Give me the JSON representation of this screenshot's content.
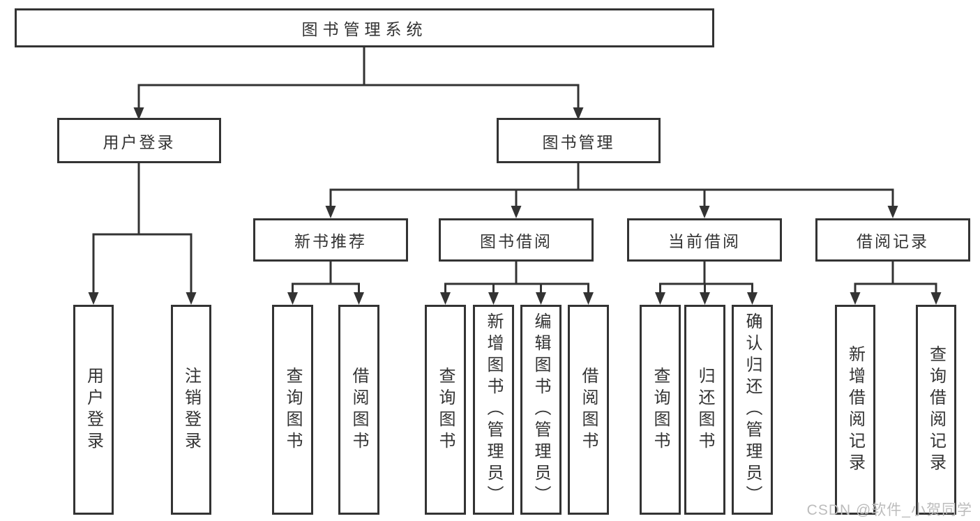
{
  "colors": {
    "line": "#333333",
    "border": "#333333",
    "text": "#333333",
    "background": "#ffffff",
    "watermark": "#bcbcbc"
  },
  "watermark": {
    "text": "CSDN @软件_小贺同学"
  },
  "tree": {
    "root": {
      "label": "图书管理系统"
    },
    "branches": [
      {
        "label": "用户登录",
        "children": [
          {
            "label": "用户登录"
          },
          {
            "label": "注销登录"
          }
        ]
      },
      {
        "label": "图书管理",
        "children": [
          {
            "label": "新书推荐",
            "children": [
              {
                "label": "查询图书"
              },
              {
                "label": "借阅图书"
              }
            ]
          },
          {
            "label": "图书借阅",
            "children": [
              {
                "label": "查询图书"
              },
              {
                "label": "新增图书（管理员）"
              },
              {
                "label": "编辑图书（管理员）"
              },
              {
                "label": "借阅图书"
              }
            ]
          },
          {
            "label": "当前借阅",
            "children": [
              {
                "label": "查询图书"
              },
              {
                "label": "归还图书"
              },
              {
                "label": "确认归还（管理员）"
              }
            ]
          },
          {
            "label": "借阅记录",
            "children": [
              {
                "label": "新增借阅记录"
              },
              {
                "label": "查询借阅记录"
              }
            ]
          }
        ]
      }
    ]
  }
}
